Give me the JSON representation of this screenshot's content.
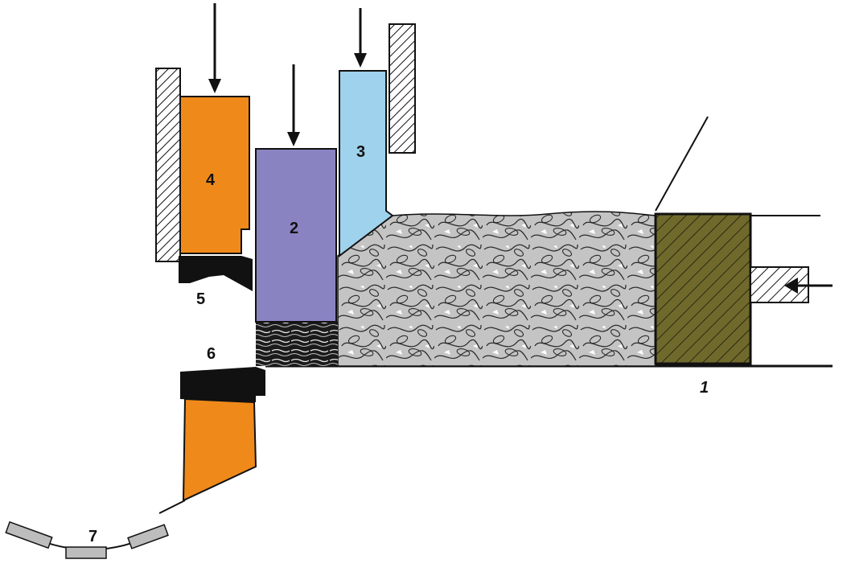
{
  "labels": {
    "part_1": "1",
    "part_2": "2",
    "part_3": "3",
    "part_4": "4",
    "part_5": "5",
    "part_6": "6",
    "part_7": "7"
  },
  "colors": {
    "part_4_orange": "#ef8a1a",
    "part_2_purple": "#8a83c2",
    "part_3_blue": "#9fd2ec",
    "part_1_olive": "#6f6a2c",
    "material_gray": "#c4c4c4",
    "line_black": "#111111",
    "plate_gray": "#bdbdbd"
  }
}
